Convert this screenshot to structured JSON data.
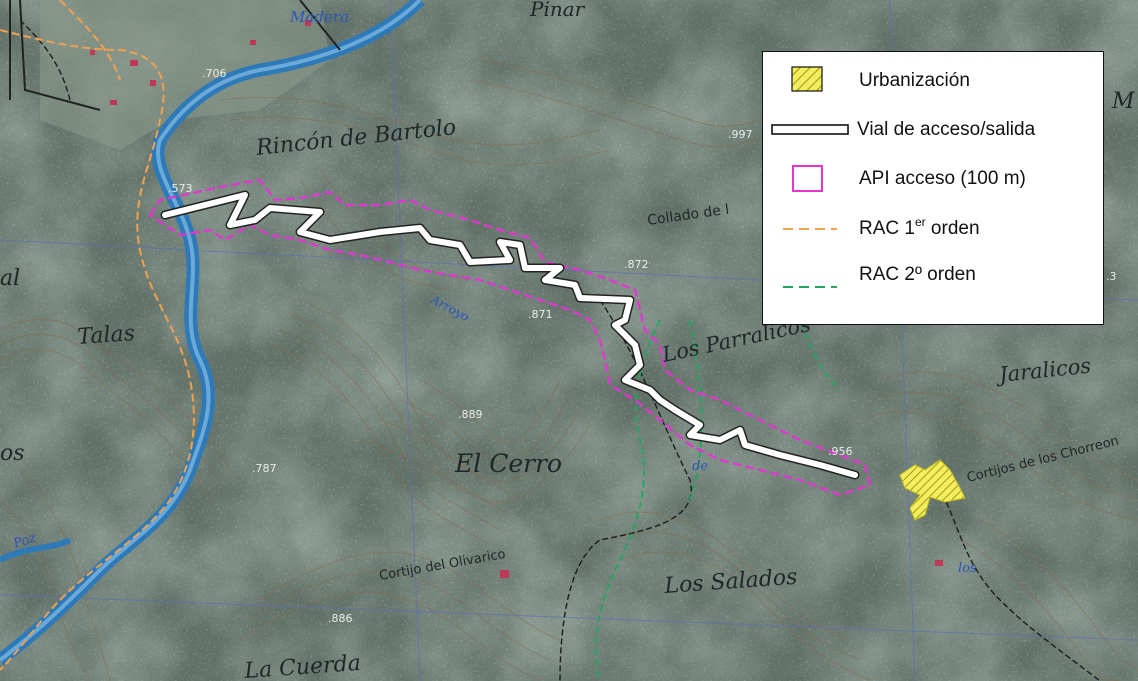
{
  "map": {
    "place_names": {
      "madera": "Madera",
      "pinar": "Pinar",
      "rincon_de_bartolo": "Rincón de Bartolo",
      "collado": "Collado de l",
      "talas": "Talas",
      "al": "al",
      "os": "os",
      "los_parralicos": "Los Parralicos",
      "jaralicos": "Jaralicos",
      "el_cerro": "El Cerro",
      "cortijo_del_olivarico": "Cortijo del Olivarico",
      "los_salados": "Los Salados",
      "la_cuerda": "La Cuerda",
      "cortijos_de_los_chorreon": "Cortijos de los Chorreon",
      "arroyo": "Arroyo",
      "de": "de",
      "los": "los",
      "poz": "Poz",
      "m_edge": "M"
    },
    "elevations": [
      ".706",
      ".573",
      ".872",
      ".871",
      ".889",
      ".787",
      ".886",
      ".956",
      ".997",
      ".3"
    ],
    "colors": {
      "terrain": "#5f7066",
      "river": "#2e79b8",
      "access_road": "#ffffff",
      "api_buffer": "#e633d6",
      "rac_1": "#f0a050",
      "rac_2": "#1fa860",
      "urbanization": "#e8e030"
    }
  },
  "legend": {
    "items": [
      {
        "label": "Urbanización",
        "symbol": "urbanization-hatch-icon"
      },
      {
        "label": "Vial de acceso/salida",
        "symbol": "road-outline-icon"
      },
      {
        "label": "API acceso (100 m)",
        "symbol": "magenta-square-icon"
      },
      {
        "label": "RAC 1",
        "label_sup": "er",
        "label_suffix": " orden",
        "symbol": "orange-dashed-line-icon"
      },
      {
        "label": "RAC 2º orden",
        "symbol": "green-dashed-line-icon"
      }
    ]
  }
}
